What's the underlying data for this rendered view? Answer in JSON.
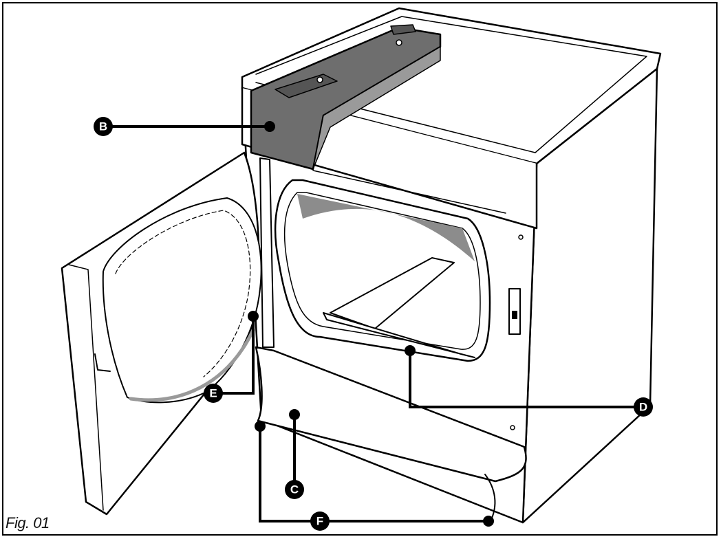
{
  "figure": {
    "caption": "Fig. 01"
  },
  "callouts": [
    {
      "id": "B",
      "letter": "B"
    },
    {
      "id": "C",
      "letter": "C"
    },
    {
      "id": "D",
      "letter": "D"
    },
    {
      "id": "E",
      "letter": "E"
    },
    {
      "id": "F",
      "letter": "F"
    }
  ],
  "colors": {
    "line": "#000000",
    "panel_shade": "#6e6e6e",
    "panel_light": "#9a9a9a",
    "background": "#ffffff"
  }
}
